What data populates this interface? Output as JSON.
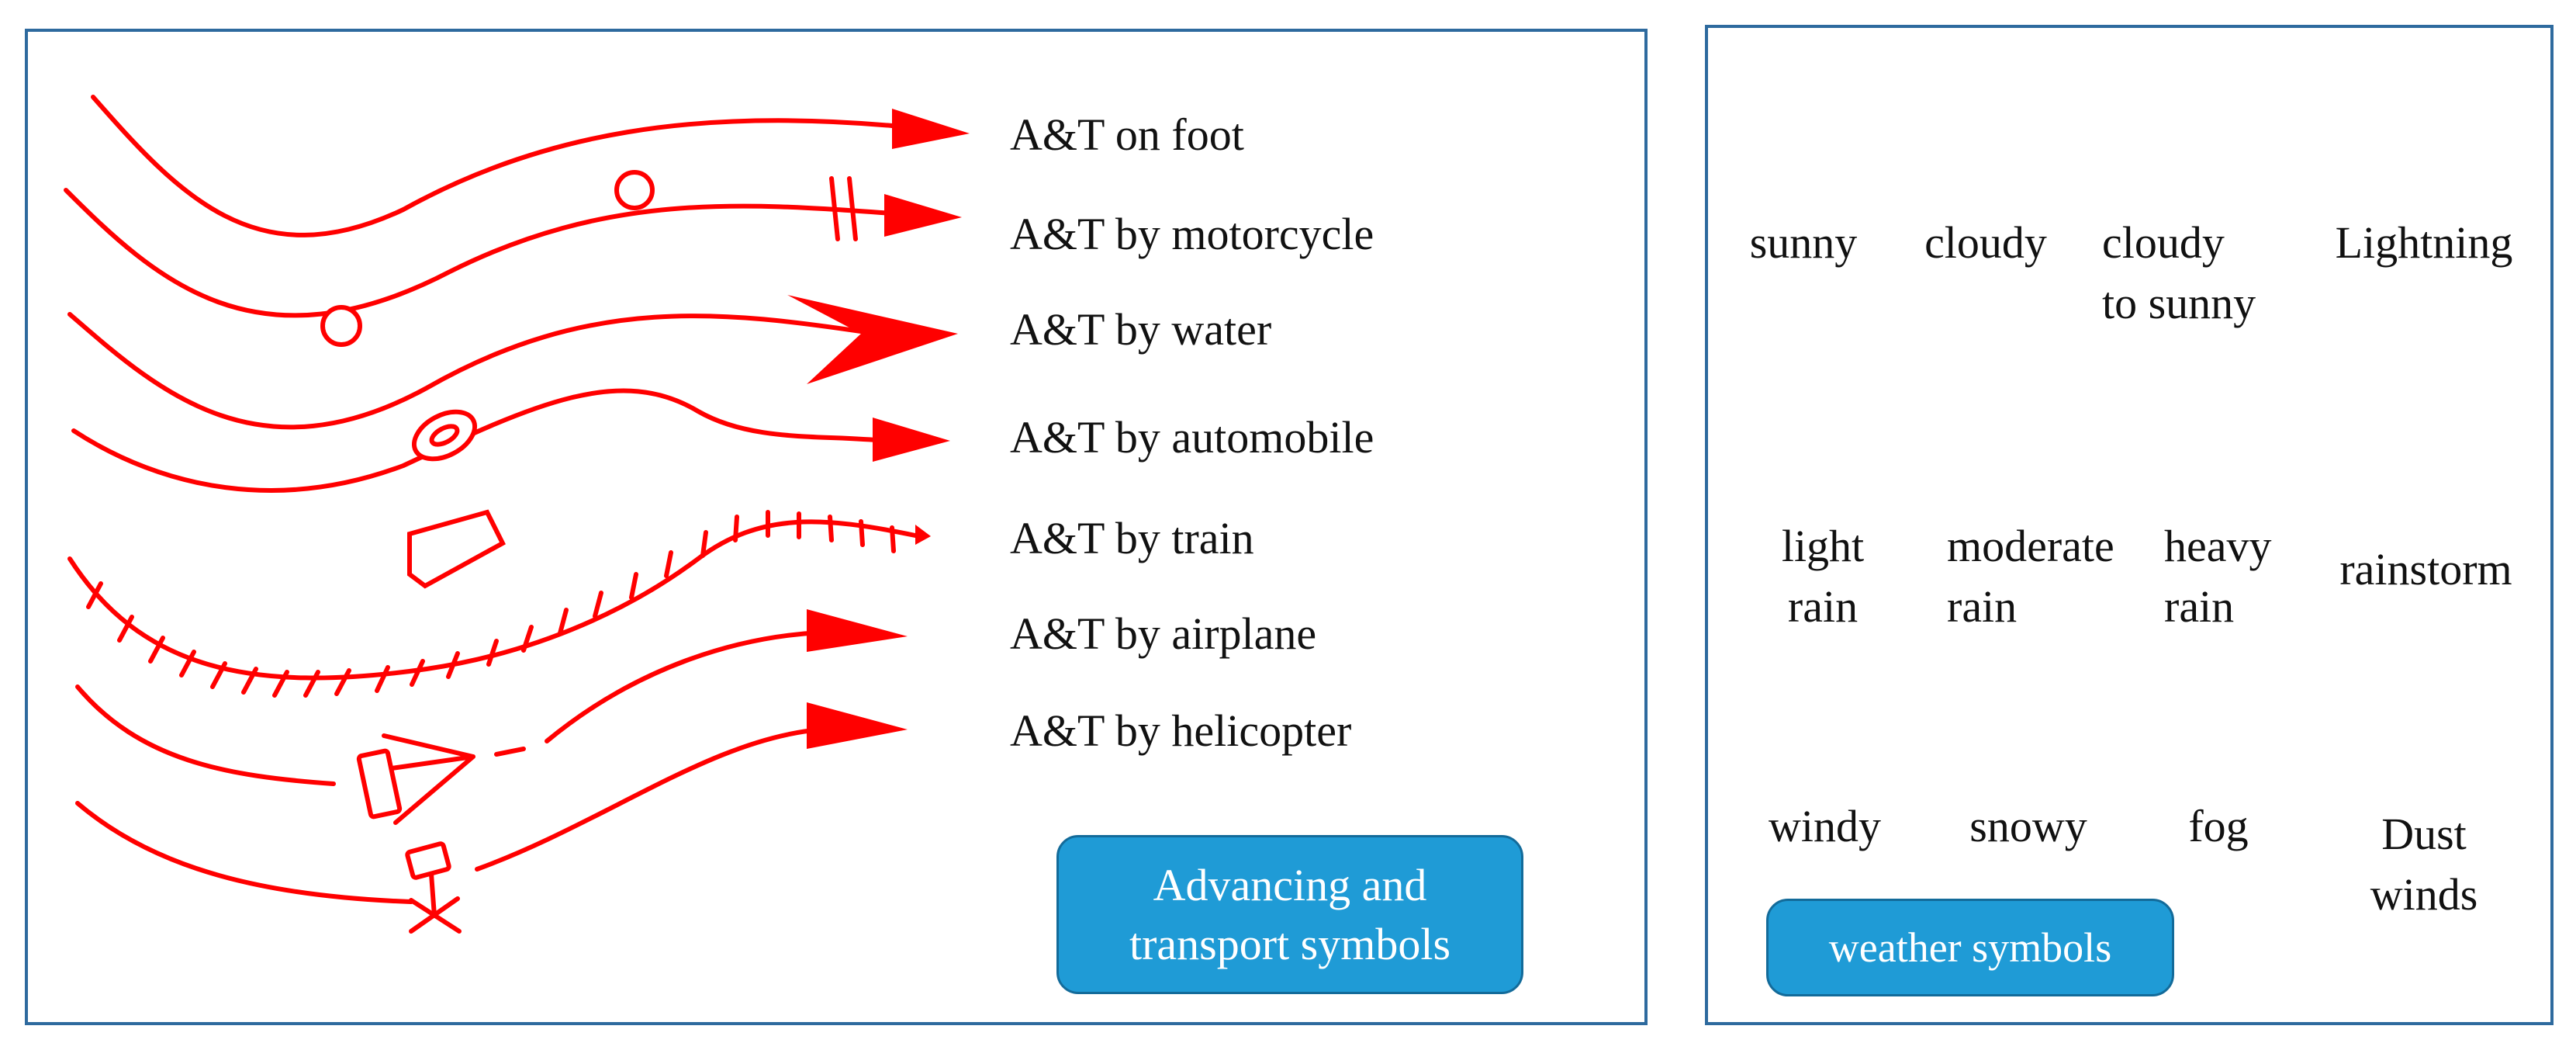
{
  "colors": {
    "panel_border": "#2e6a9e",
    "symbol_red": "#ff0000",
    "rain_blue": "#1a8ae6",
    "fog_orange": "#f5a623",
    "fog_yellow": "#f7e21b",
    "dust_yellow": "#f2f21a",
    "badge_fill": "#1f9bd6"
  },
  "transport": {
    "items": [
      {
        "label": "A&T on foot",
        "icon": "foot-arrow"
      },
      {
        "label": "A&T by motorcycle",
        "icon": "motorcycle-arrow"
      },
      {
        "label": "A&T by water",
        "icon": "water-arrow"
      },
      {
        "label": "A&T by automobile",
        "icon": "automobile-arrow"
      },
      {
        "label": "A&T by train",
        "icon": "train-arrow"
      },
      {
        "label": "A&T by airplane",
        "icon": "airplane-arrow"
      },
      {
        "label": "A&T by helicopter",
        "icon": "helicopter-arrow"
      }
    ],
    "badge": "Advancing and\ntransport symbols"
  },
  "weather": {
    "items": [
      {
        "label": "sunny",
        "icon": "sun-icon"
      },
      {
        "label": "cloudy",
        "icon": "cloud-icon"
      },
      {
        "label": "cloudy\nto sunny",
        "icon": "cloud-sun-icon"
      },
      {
        "label": "Lightning",
        "icon": "lightning-icon"
      },
      {
        "label": "light\nrain",
        "icon": "light-rain-icon"
      },
      {
        "label": "moderate\nrain",
        "icon": "moderate-rain-icon"
      },
      {
        "label": "heavy\nrain",
        "icon": "heavy-rain-icon"
      },
      {
        "label": "rainstorm",
        "icon": "rainstorm-icon"
      },
      {
        "label": "windy",
        "icon": "wind-icon"
      },
      {
        "label": "snowy",
        "icon": "snowflake-icon"
      },
      {
        "label": "fog",
        "icon": "fog-icon"
      },
      {
        "label": "Dust\nwinds",
        "icon": "dust-wind-icon"
      }
    ],
    "badge": "weather symbols"
  }
}
